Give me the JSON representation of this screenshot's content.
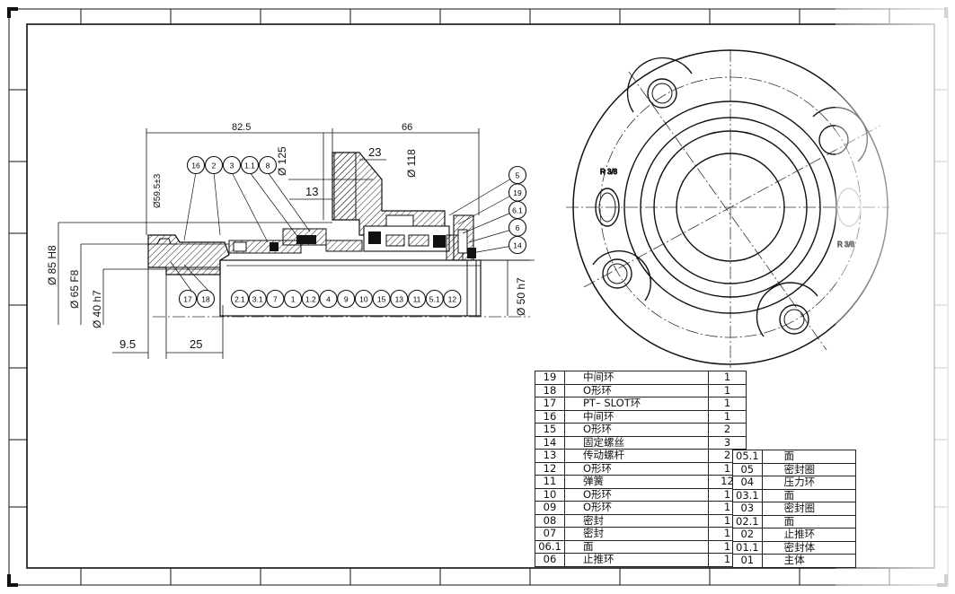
{
  "dimensions": {
    "top_left": "82.5",
    "top_right": "66",
    "dia_125": "Ø 125",
    "dim_23": "23",
    "dia_118": "Ø 118",
    "dim_13": "13",
    "dia_595": "Ø59.5±3",
    "dia_85": "Ø 85 H8",
    "dia_65": "Ø 65 F8",
    "dia_40": "Ø 40 h7",
    "dia_50": "Ø 50 h7",
    "bottom_95": "9.5",
    "bottom_25": "25",
    "radius_front": "R 3/8",
    "radius_side": "R 3/8"
  },
  "balloons_top": [
    "16",
    "2",
    "3",
    "1.1",
    "8"
  ],
  "balloons_right": [
    "5",
    "19",
    "6.1",
    "6",
    "14"
  ],
  "balloons_bottom_left": [
    "17",
    "18"
  ],
  "balloons_bottom": [
    "2.1",
    "3.1",
    "7",
    "1",
    "1.2",
    "4",
    "9",
    "10",
    "15",
    "13",
    "11",
    "5.1",
    "12"
  ],
  "bom_left": [
    {
      "no": "19",
      "name": "中间环",
      "qty": "1"
    },
    {
      "no": "18",
      "name": "O形环",
      "qty": "1"
    },
    {
      "no": "17",
      "name": "PT– SLOT环",
      "qty": "1"
    },
    {
      "no": "16",
      "name": "中间环",
      "qty": "1"
    },
    {
      "no": "15",
      "name": "O形环",
      "qty": "2"
    },
    {
      "no": "14",
      "name": "固定螺丝",
      "qty": "3"
    },
    {
      "no": "13",
      "name": "传动螺杆",
      "qty": "2"
    },
    {
      "no": "12",
      "name": "O形环",
      "qty": "1"
    },
    {
      "no": "11",
      "name": "弹簧",
      "qty": "12"
    },
    {
      "no": "10",
      "name": "O形环",
      "qty": "1"
    },
    {
      "no": "09",
      "name": "O形环",
      "qty": "1"
    },
    {
      "no": "08",
      "name": "密封",
      "qty": "1"
    },
    {
      "no": "07",
      "name": "密封",
      "qty": "1"
    },
    {
      "no": "06.1",
      "name": "面",
      "qty": "1"
    },
    {
      "no": "06",
      "name": "止推环",
      "qty": "1"
    }
  ],
  "bom_right": [
    {
      "no": "05.1",
      "name": "面"
    },
    {
      "no": "05",
      "name": "密封圈"
    },
    {
      "no": "04",
      "name": "压力环"
    },
    {
      "no": "03.1",
      "name": "面"
    },
    {
      "no": "03",
      "name": "密封圈"
    },
    {
      "no": "02.1",
      "name": "面"
    },
    {
      "no": "02",
      "name": "止推环"
    },
    {
      "no": "01.1",
      "name": "密封体"
    },
    {
      "no": "01",
      "name": "主体"
    }
  ]
}
